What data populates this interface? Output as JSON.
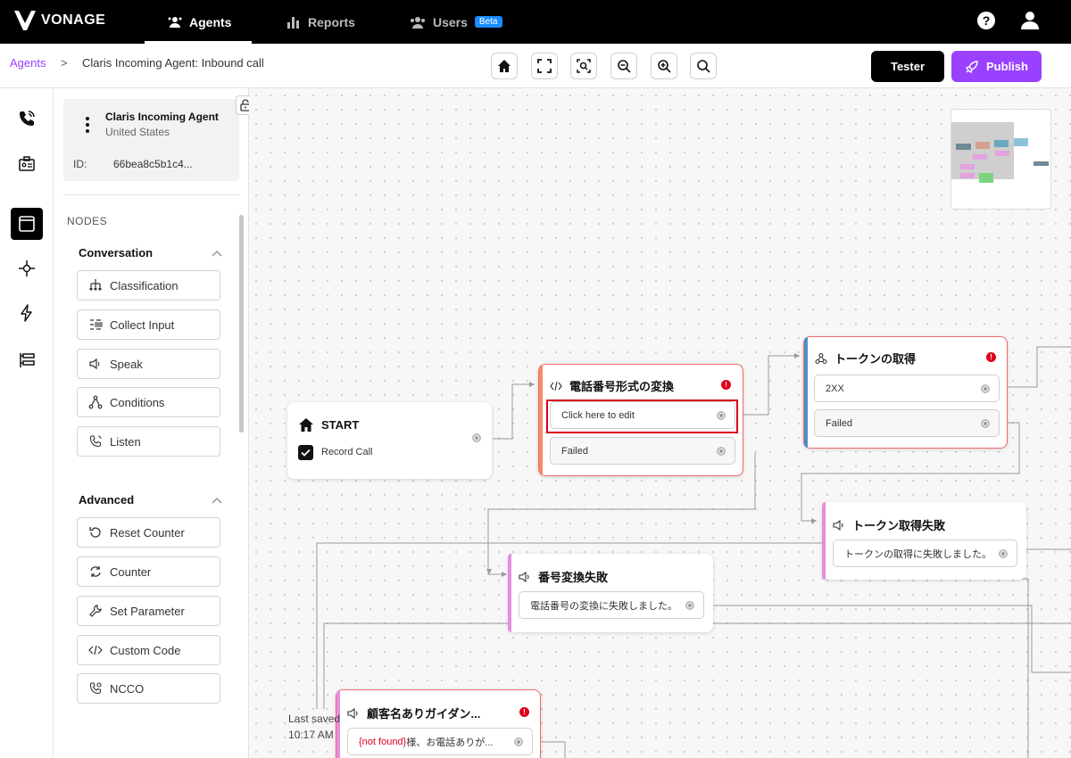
{
  "header": {
    "brand": "VONAGE",
    "nav": [
      {
        "label": "Agents",
        "active": true
      },
      {
        "label": "Reports",
        "active": false
      },
      {
        "label": "Users",
        "active": false,
        "badge": "Beta"
      }
    ]
  },
  "breadcrumb": {
    "root": "Agents",
    "separator": ">",
    "current": "Claris Incoming Agent: Inbound call"
  },
  "toolbar": {
    "icons": [
      "home-icon",
      "fit-view-icon",
      "zoom-selection-icon",
      "zoom-out-icon",
      "zoom-in-icon",
      "search-icon"
    ],
    "tester_label": "Tester",
    "publish_label": "Publish"
  },
  "agent": {
    "name": "Claris Incoming Agent",
    "region": "United States",
    "id_label": "ID:",
    "id_value": "66bea8c5b1c4..."
  },
  "panel": {
    "nodes_heading": "NODES",
    "conversation_title": "Conversation",
    "conversation_items": [
      "Classification",
      "Collect Input",
      "Speak",
      "Conditions",
      "Listen"
    ],
    "advanced_title": "Advanced",
    "advanced_items": [
      "Reset Counter",
      "Counter",
      "Set Parameter",
      "Custom Code",
      "NCCO"
    ]
  },
  "canvas": {
    "start": {
      "title": "START",
      "checkbox_label": "Record Call",
      "checked": true
    },
    "code_node": {
      "title": "電話番号形式の変換",
      "port1": "Click here to edit",
      "port2": "Failed"
    },
    "token_node": {
      "title": "トークンの取得",
      "port1": "2XX",
      "port2": "Failed"
    },
    "token_fail": {
      "title": "トークン取得失敗",
      "text": "トークンの取得に失敗しました。"
    },
    "convert_fail": {
      "title": "番号変換失敗",
      "text": "電話番号の変換に失敗しました。"
    },
    "guidance": {
      "title": "顧客名ありガイダン...",
      "var": "{not found}",
      "text": " 様、お電話ありが..."
    }
  },
  "status": {
    "last_saved_label": "Last saved",
    "last_saved_time": "10:17 AM"
  },
  "colors": {
    "accent": "#9941ff",
    "error": "#e0001b",
    "speak_bar": "#e58ee0",
    "code_bar": "#f58a6b",
    "api_bar": "#4f8ec9",
    "highlight": "#d9001b"
  }
}
